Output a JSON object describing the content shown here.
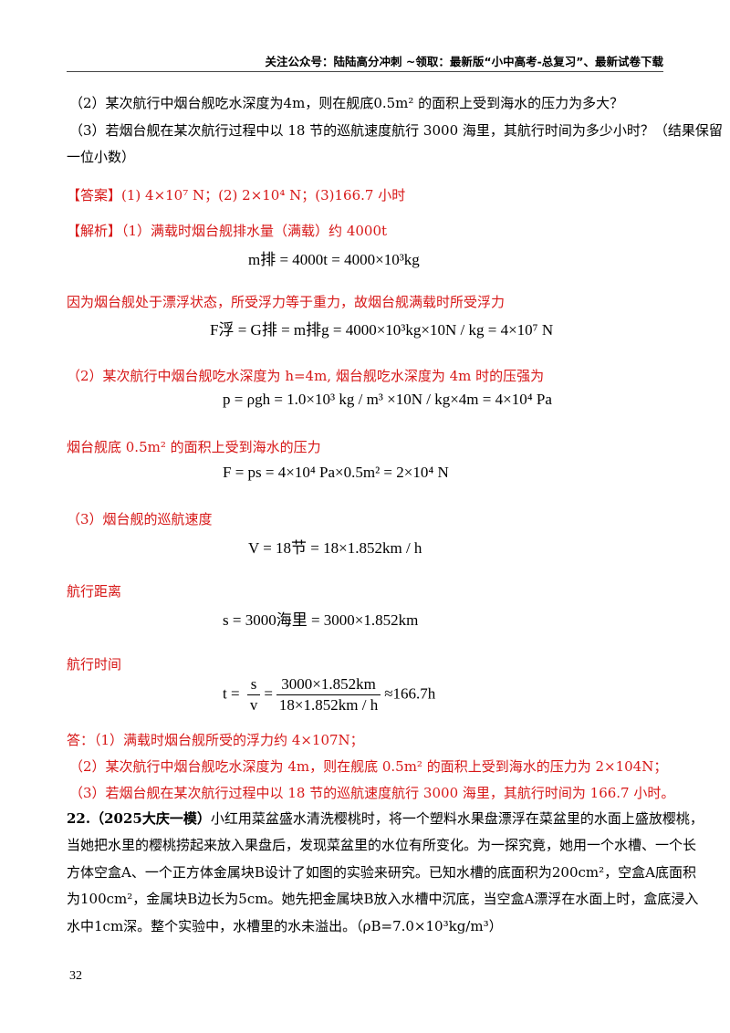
{
  "header": "关注公众号：陆陆高分冲刺 ~领取：最新版“小中高考-总复习”、最新试卷下载",
  "questions": {
    "q2": "（2）某次航行中烟台舰吃水深度为4m，则在舰底0.5m² 的面积上受到海水的压力为多大？",
    "q3a": "（3）若烟台舰在某次航行过程中以 18 节的巡航速度航行 3000 海里，其航行时间为多少小时？（结果保留",
    "q3b": "一位小数）"
  },
  "answer": {
    "tag": "【答案】",
    "text": "(1) 4×10⁷ N；(2) 2×10⁴ N；(3)166.7 小时"
  },
  "analysis": {
    "tag": "【解析】",
    "p1": "（1）满载时烟台舰排水量（满载）约 4000t",
    "eq1": "m排 = 4000t = 4000×10³kg",
    "p2": "因为烟台舰处于漂浮状态，所受浮力等于重力，故烟台舰满载时所受浮力",
    "eq2": "F浮 = G排 = m排g = 4000×10³kg×10N / kg = 4×10⁷ N",
    "p3": "（2）某次航行中烟台舰吃水深度为 h=4m, 烟台舰吃水深度为 4m 时的压强为",
    "eq3": "p = ρgh = 1.0×10³ kg / m³ ×10N / kg×4m = 4×10⁴ Pa",
    "p4": "烟台舰底 0.5m² 的面积上受到海水的压力",
    "eq4": "F = ps = 4×10⁴ Pa×0.5m² = 2×10⁴ N",
    "p5": "（3）烟台舰的巡航速度",
    "eq5": "V = 18节 = 18×1.852km / h",
    "p6": "航行距离",
    "eq6": "s = 3000海里 = 3000×1.852km",
    "p7": "航行时间",
    "eq7_lhs": "t = ",
    "eq7_s": "s",
    "eq7_v": "v",
    "eq7_eq": "=",
    "eq7_num": "3000×1.852km",
    "eq7_den": "18×1.852km / h",
    "eq7_rhs": "≈166.7h",
    "c1": "答：（1）满载时烟台舰所受的浮力约 4×107N；",
    "c2": "（2）某次航行中烟台舰吃水深度为 4m，则在舰底 0.5m² 的面积上受到海水的压力为 2×104N；",
    "c3": "（3）若烟台舰在某次航行过程中以 18 节的巡航速度航行 3000 海里，其航行时间为 166.7 小时。"
  },
  "q22": {
    "label": "22.（2025大庆一模）",
    "l1": "小红用菜盆盛水清洗樱桃时，将一个塑料水果盘漂浮在菜盆里的水面上盛放樱桃，",
    "l2": "当她把水里的樱桃捞起来放入果盘后，发现菜盆里的水位有所变化。为一探究竟，她用一个水槽、一个长",
    "l3": "方体空盒A、一个正方体金属块B设计了如图的实验来研究。已知水槽的底面积为200cm²，空盒A底面积",
    "l4": "为100cm²，金属块B边长为5cm。她先把金属块B放入水槽中沉底，当空盒A漂浮在水面上时，盒底浸入",
    "l5": "水中1cm深。整个实验中，水槽里的水未溢出。（ρB=7.0×10³kg/m³）"
  },
  "page_number": "32"
}
